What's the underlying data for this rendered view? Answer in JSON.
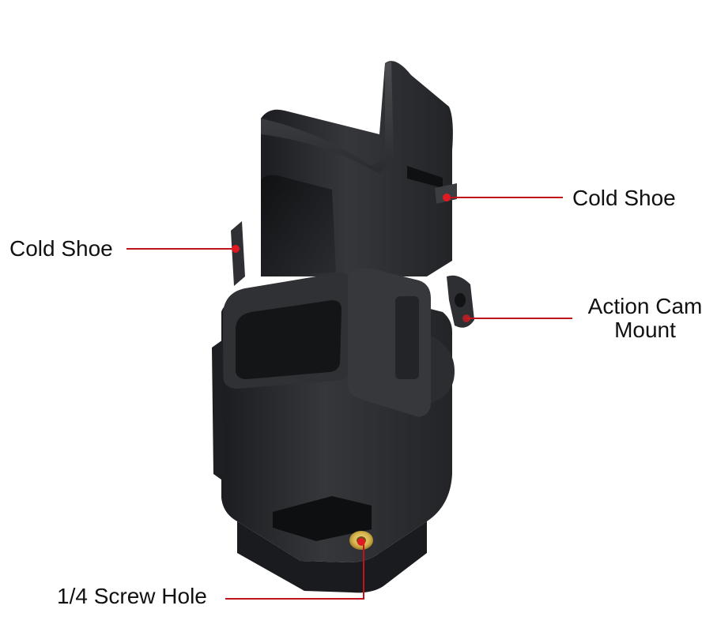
{
  "callouts": {
    "cold_shoe_left": {
      "text": "Cold Shoe"
    },
    "cold_shoe_right": {
      "text": "Cold Shoe"
    },
    "action_cam_mount": {
      "line1": "Action Cam",
      "line2": "Mount"
    },
    "screw_hole": {
      "text": "1/4 Screw Hole"
    }
  },
  "colors": {
    "leader_line": "#c0141c",
    "dot": "#e01a22",
    "body": "#2a2b2e",
    "brass": "#d4b24a"
  }
}
